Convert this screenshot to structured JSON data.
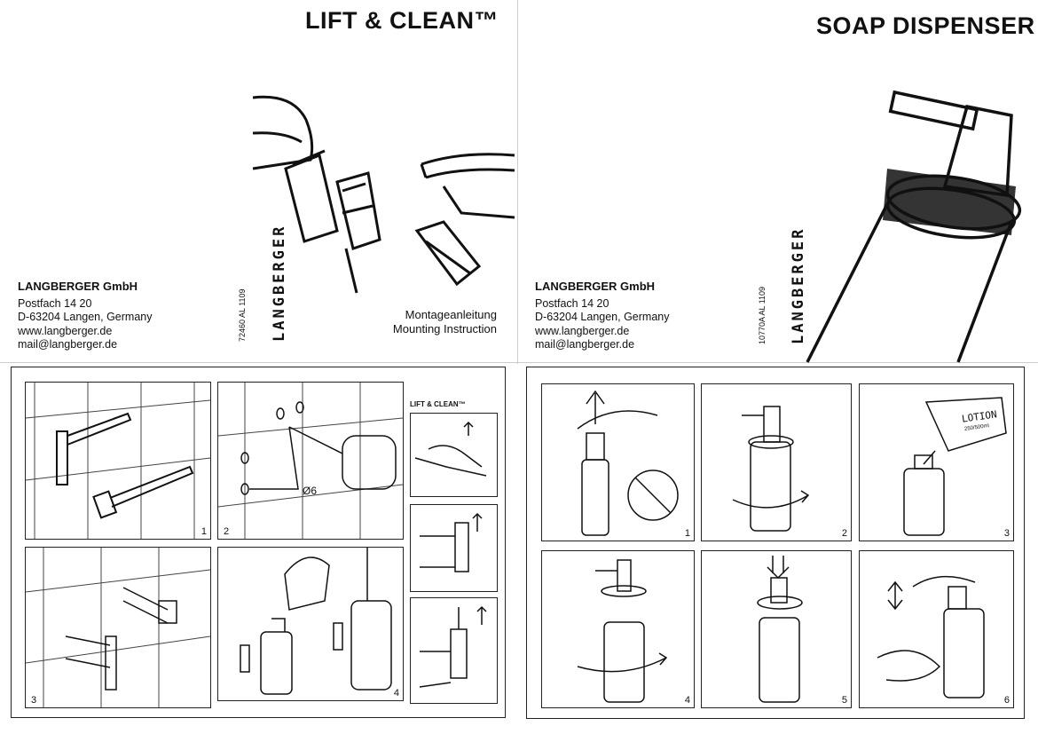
{
  "lift_clean": {
    "title": "LIFT & CLEAN™",
    "company": {
      "name": "LANGBERGER GmbH",
      "line1": "Postfach 14 20",
      "line2": "D-63204 Langen, Germany",
      "web": "www.langberger.de",
      "mail": "mail@langberger.de"
    },
    "article_code": "72460 AL 1109",
    "brand": "LANGBERGER",
    "mount_de": "Montageanleitung",
    "mount_en": "Mounting Instruction",
    "drill_label": "Ø6",
    "small_title": "LIFT & CLEAN™",
    "steps": [
      "1",
      "2",
      "3",
      "4"
    ]
  },
  "soap": {
    "title": "SOAP DISPENSER",
    "company": {
      "name": "LANGBERGER GmbH",
      "line1": "Postfach 14 20",
      "line2": "D-63204 Langen, Germany",
      "web": "www.langberger.de",
      "mail": "mail@langberger.de"
    },
    "article_code": "10770A AL 1109",
    "brand": "LANGBERGER",
    "lotion_label": "LOTION",
    "lotion_volume": "250/500ml",
    "steps": [
      "1",
      "2",
      "3",
      "4",
      "5",
      "6"
    ]
  }
}
